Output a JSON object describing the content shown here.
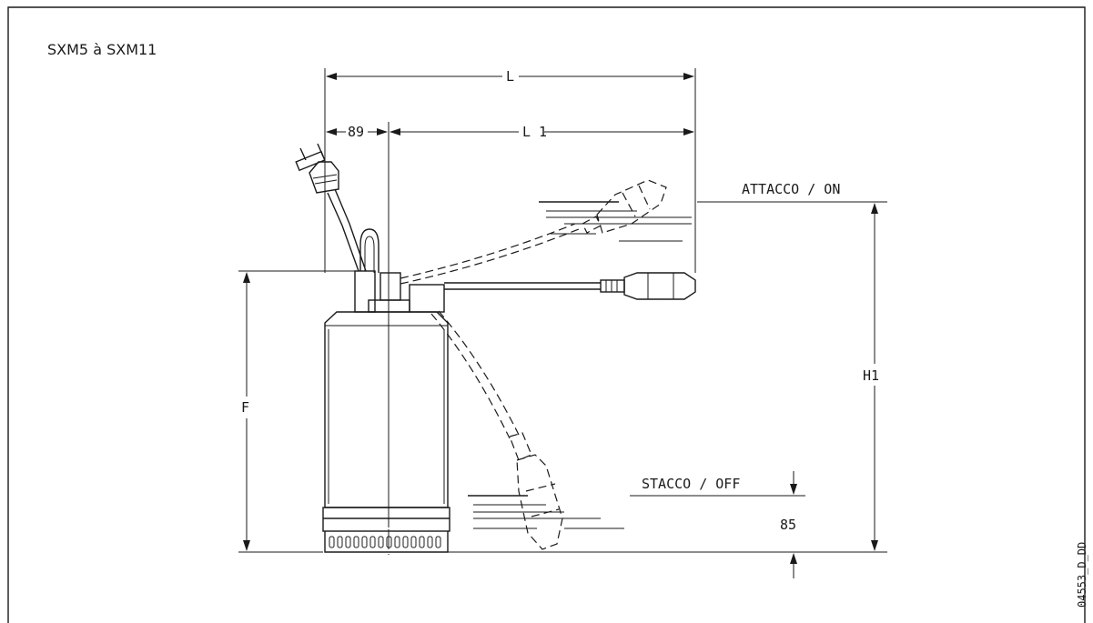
{
  "diagram": {
    "title": "SXM5 à SXM11",
    "dimensions": {
      "L": "L",
      "L1": "L 1",
      "width_89": "89",
      "F": "F",
      "H1": "H1",
      "bottom_85": "85"
    },
    "levels": {
      "on": "ATTACCO / ON",
      "off": "STACCO / OFF"
    },
    "figure_code": "04553_D_DD"
  }
}
